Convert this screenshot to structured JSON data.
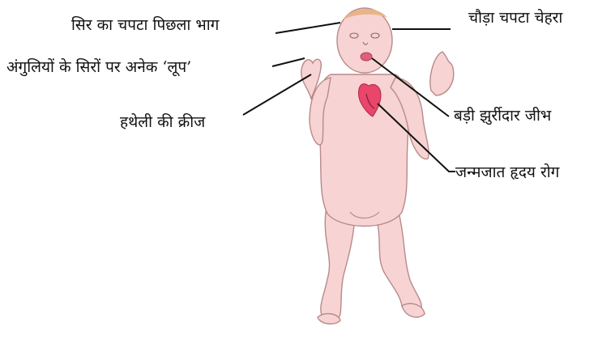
{
  "labels": {
    "flat_back_head": "सिर का चपटा पिछला भाग",
    "finger_loops": "अंगुलियों के सिरों पर अनेक ‘लूप’",
    "palm_crease": "हथेली की क्रीज",
    "flat_face": "चौड़ा चपटा चेहरा",
    "tongue": "बड़ी झुर्रीदार जीभ",
    "heart_disease": "जन्मजात हृदय रोग"
  },
  "colors": {
    "skin": "#f7d3d3",
    "skin_outline": "#b88a8a",
    "hair": "#e8b48a",
    "heart": "#e8466a",
    "leader_line": "#111111"
  }
}
